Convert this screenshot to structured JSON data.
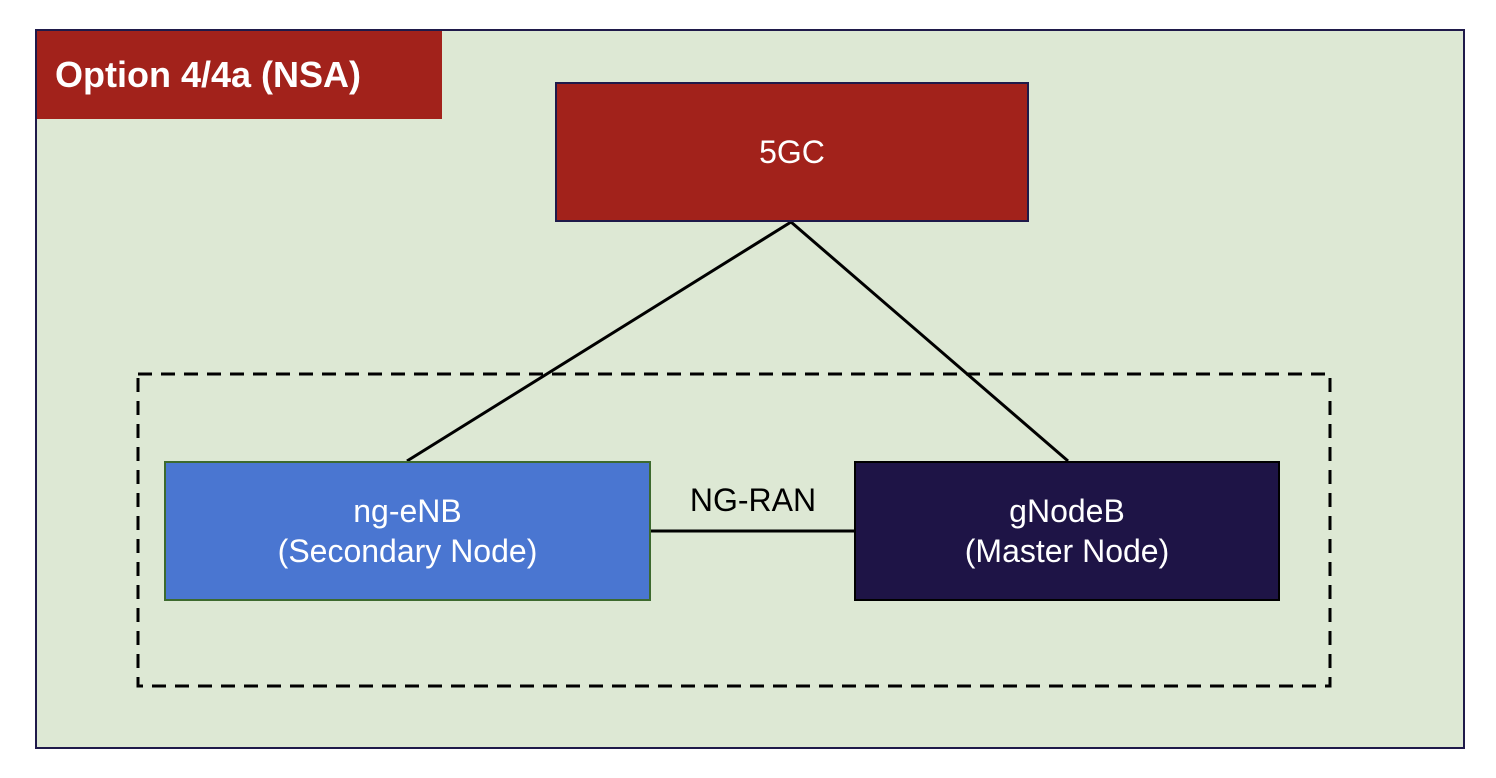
{
  "diagram": {
    "title": "Option 4/4a (NSA)",
    "core": {
      "label": "5GC"
    },
    "ran_group": {
      "label": "NG-RAN"
    },
    "ng_enb": {
      "name": "ng-eNB",
      "role": "(Secondary Node)"
    },
    "gnodeb": {
      "name": "gNodeB",
      "role": "(Master Node)"
    }
  },
  "colors": {
    "background": "#dde8d4",
    "core_fill": "#a2221b",
    "ng_enb_fill": "#4a76d1",
    "gnodeb_fill": "#1e1446",
    "line": "#000000"
  }
}
